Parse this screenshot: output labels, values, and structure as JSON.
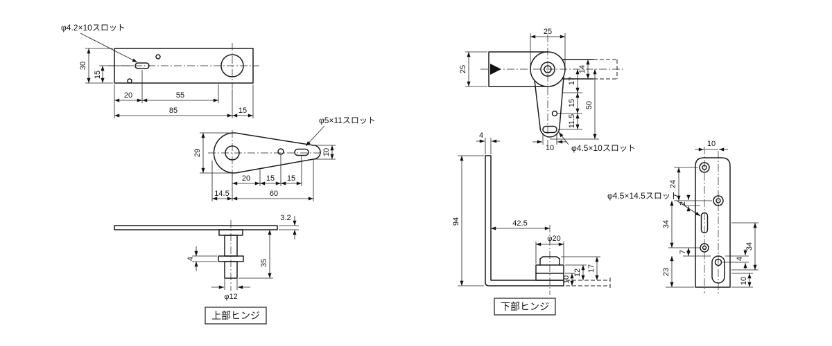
{
  "upper_hinge": {
    "caption": "上部ヒンジ",
    "plate_view": {
      "slot_callout": "φ4.2×10スロット",
      "d30": "30",
      "d15_left": "15",
      "d20": "20",
      "d55": "55",
      "d85": "85",
      "d15_right": "15"
    },
    "arm_view": {
      "slot_callout": "φ5×11スロット",
      "d29": "29",
      "d10": "10",
      "d20": "20",
      "d15_a": "15",
      "d15_b": "15",
      "d14_5": "14.5",
      "d60": "60"
    },
    "side_view": {
      "d3_2": "3.2",
      "d4": "4",
      "d35": "35",
      "d_phi12": "φ12"
    }
  },
  "lower_hinge": {
    "caption": "下部ヒンジ",
    "top_view": {
      "slot_callout": "φ4.5×10スロット",
      "d25_top": "25",
      "d25_left": "25",
      "d14": "14",
      "d17": "17",
      "d15": "15",
      "d50": "50",
      "d11_5": "11.5",
      "d10": "10"
    },
    "side_view": {
      "d4": "4",
      "d94": "94",
      "d42_5": "42.5",
      "d_phi20": "φ20",
      "d12": "12",
      "d17": "17",
      "d10": "10"
    },
    "front_view": {
      "slot_callout": "φ4.5×14.5スロット",
      "d10_top": "10",
      "d24": "24",
      "d2": "2",
      "d34_left": "34",
      "d7": "7",
      "d23": "23",
      "d34_right": "34",
      "d4": "4",
      "d10_bottom": "10"
    }
  }
}
